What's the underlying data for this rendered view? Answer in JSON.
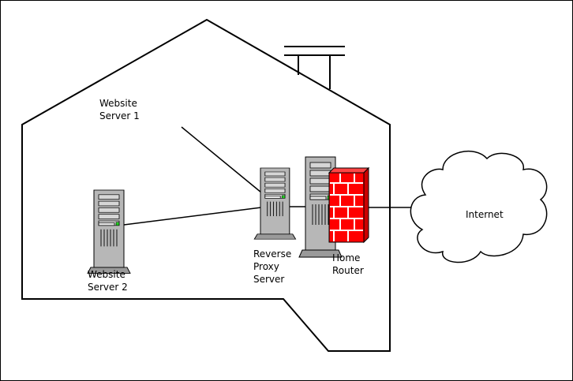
{
  "nodes": {
    "web1": {
      "lines": [
        "Website",
        "Server 1"
      ]
    },
    "web2": {
      "lines": [
        "Website",
        "Server 2"
      ]
    },
    "proxy": {
      "lines": [
        "Reverse",
        "Proxy",
        "Server"
      ]
    },
    "router": {
      "lines": [
        "Home",
        "Router"
      ]
    },
    "internet": {
      "lines": [
        "Internet"
      ]
    }
  },
  "colors": {
    "firewall_brick": "#ff0000",
    "firewall_mortar": "#ffffff",
    "server_body": "#b7b7b7",
    "outline": "#000000"
  },
  "icons": {
    "web1": "server-icon",
    "web2": "server-icon",
    "proxy": "server-icon",
    "router": "firewall-icon",
    "internet": "cloud-icon"
  }
}
